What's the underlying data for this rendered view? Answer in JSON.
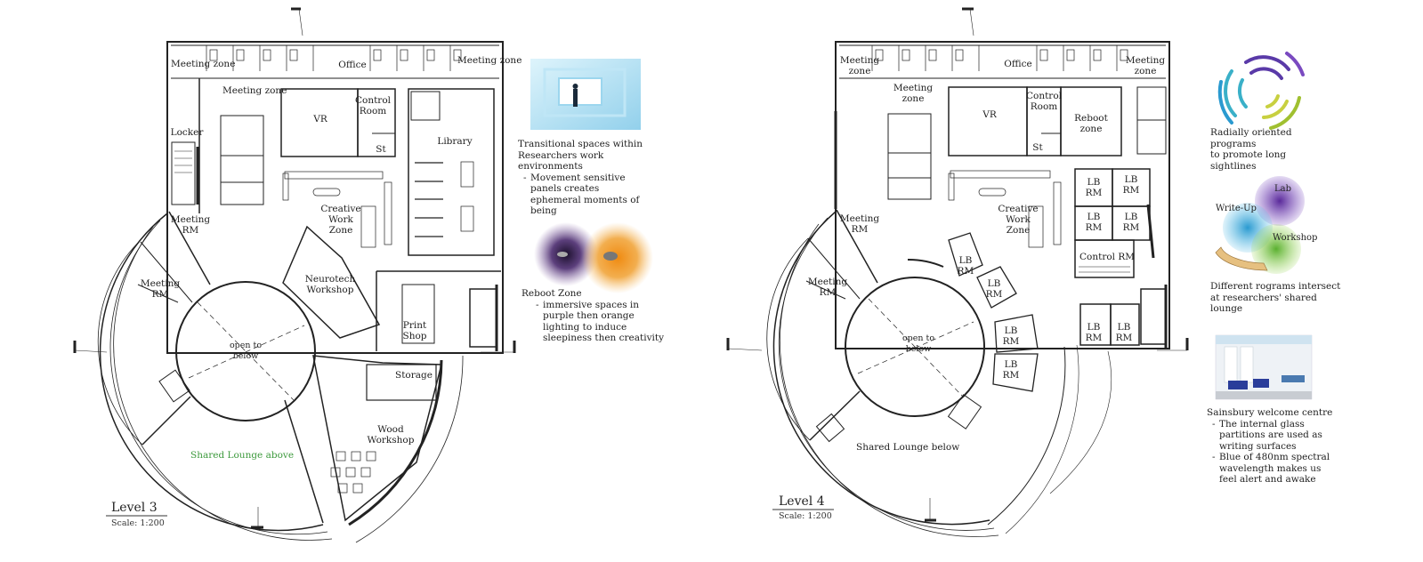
{
  "level3": {
    "title": "Level 3",
    "scale": "Scale: 1:200",
    "rooms": {
      "meeting_zone_1": "Meeting zone",
      "office": "Office",
      "meeting_zone_2": "Meeting zone",
      "meeting_zone_3": "Meeting zone",
      "locker": "Locker",
      "vr": "VR",
      "control_room": "Control Room",
      "st": "St",
      "library": "Library",
      "creative_work_zone": "Creative Work Zone",
      "meeting_rm_1": "Meeting RM",
      "meeting_rm_2": "Meeting RM",
      "neurotech_workshop": "Neurotech Workshop",
      "print_shop": "Print Shop",
      "open_to_below": "open to below",
      "storage": "Storage",
      "wood_workshop": "Wood Workshop",
      "shared_lounge": "Shared Lounge above"
    }
  },
  "level4": {
    "title": "Level 4",
    "scale": "Scale: 1:200",
    "rooms": {
      "meeting_zone_1": "Meeting zone",
      "office": "Office",
      "meeting_zone_2": "Meeting zone",
      "meeting_zone_3": "Meeting zone",
      "vr": "VR",
      "control_room": "Control Room",
      "st": "St",
      "reboot_zone": "Reboot zone",
      "lb_rm_1": "LB RM",
      "lb_rm_2": "LB RM",
      "lb_rm_3": "LB RM",
      "lb_rm_4": "LB RM",
      "control_rm": "Control RM",
      "creative_work_zone": "Creative Work Zone",
      "meeting_rm_1": "Meeting RM",
      "meeting_rm_2": "Meeting RM",
      "lb_rm_5": "LB RM",
      "lb_rm_6": "LB RM",
      "lb_rm_7": "LB RM",
      "lb_rm_8": "LB RM",
      "lb_rm_9": "LB RM",
      "lb_rm_10": "LB RM",
      "open_to_below": "open to below",
      "shared_lounge": "Shared Lounge below"
    }
  },
  "notes": {
    "transitional": {
      "heading_1": "Transitional spaces within",
      "heading_2": "Researchers work environments",
      "bullet_1": "Movement sensitive panels creates ephemeral moments of being"
    },
    "reboot": {
      "heading": "Reboot Zone",
      "bullet_1": "immersive spaces in purple then orange lighting to induce sleepiness then creativity"
    },
    "radial": {
      "line_1": "Radially oriented programs",
      "line_2": "to promote long sightlines"
    },
    "programs": {
      "label_lab": "Lab",
      "label_writeup": "Write-Up",
      "label_workshop": "Workshop",
      "line_1": "Different rograms intersect",
      "line_2": "at researchers' shared lounge"
    },
    "sainsbury": {
      "heading": "Sainsbury welcome centre",
      "bullet_1": "The internal glass partitions are used as writing surfaces",
      "bullet_2": "Blue of 480nm spectral wavelength makes us feel alert and awake"
    }
  },
  "colors": {
    "line": "#222222",
    "green_text": "#3d9a3d",
    "purple": "#4a2a6e",
    "orange": "#f0a030",
    "teal": "#3ab0c8",
    "yellow_green": "#c8d040",
    "sky_blue": "#9fd8ef",
    "blue_seats": "#2a3d9a"
  }
}
